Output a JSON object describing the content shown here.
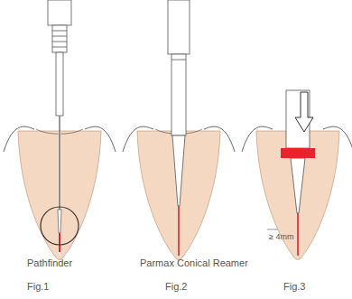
{
  "diagram": {
    "labels": [
      "≥ 4mm",
      "Pathfinder",
      "Parmax Conical Reamer",
      "Fig.1",
      "Fig.2",
      "Fig.3"
    ]
  }
}
